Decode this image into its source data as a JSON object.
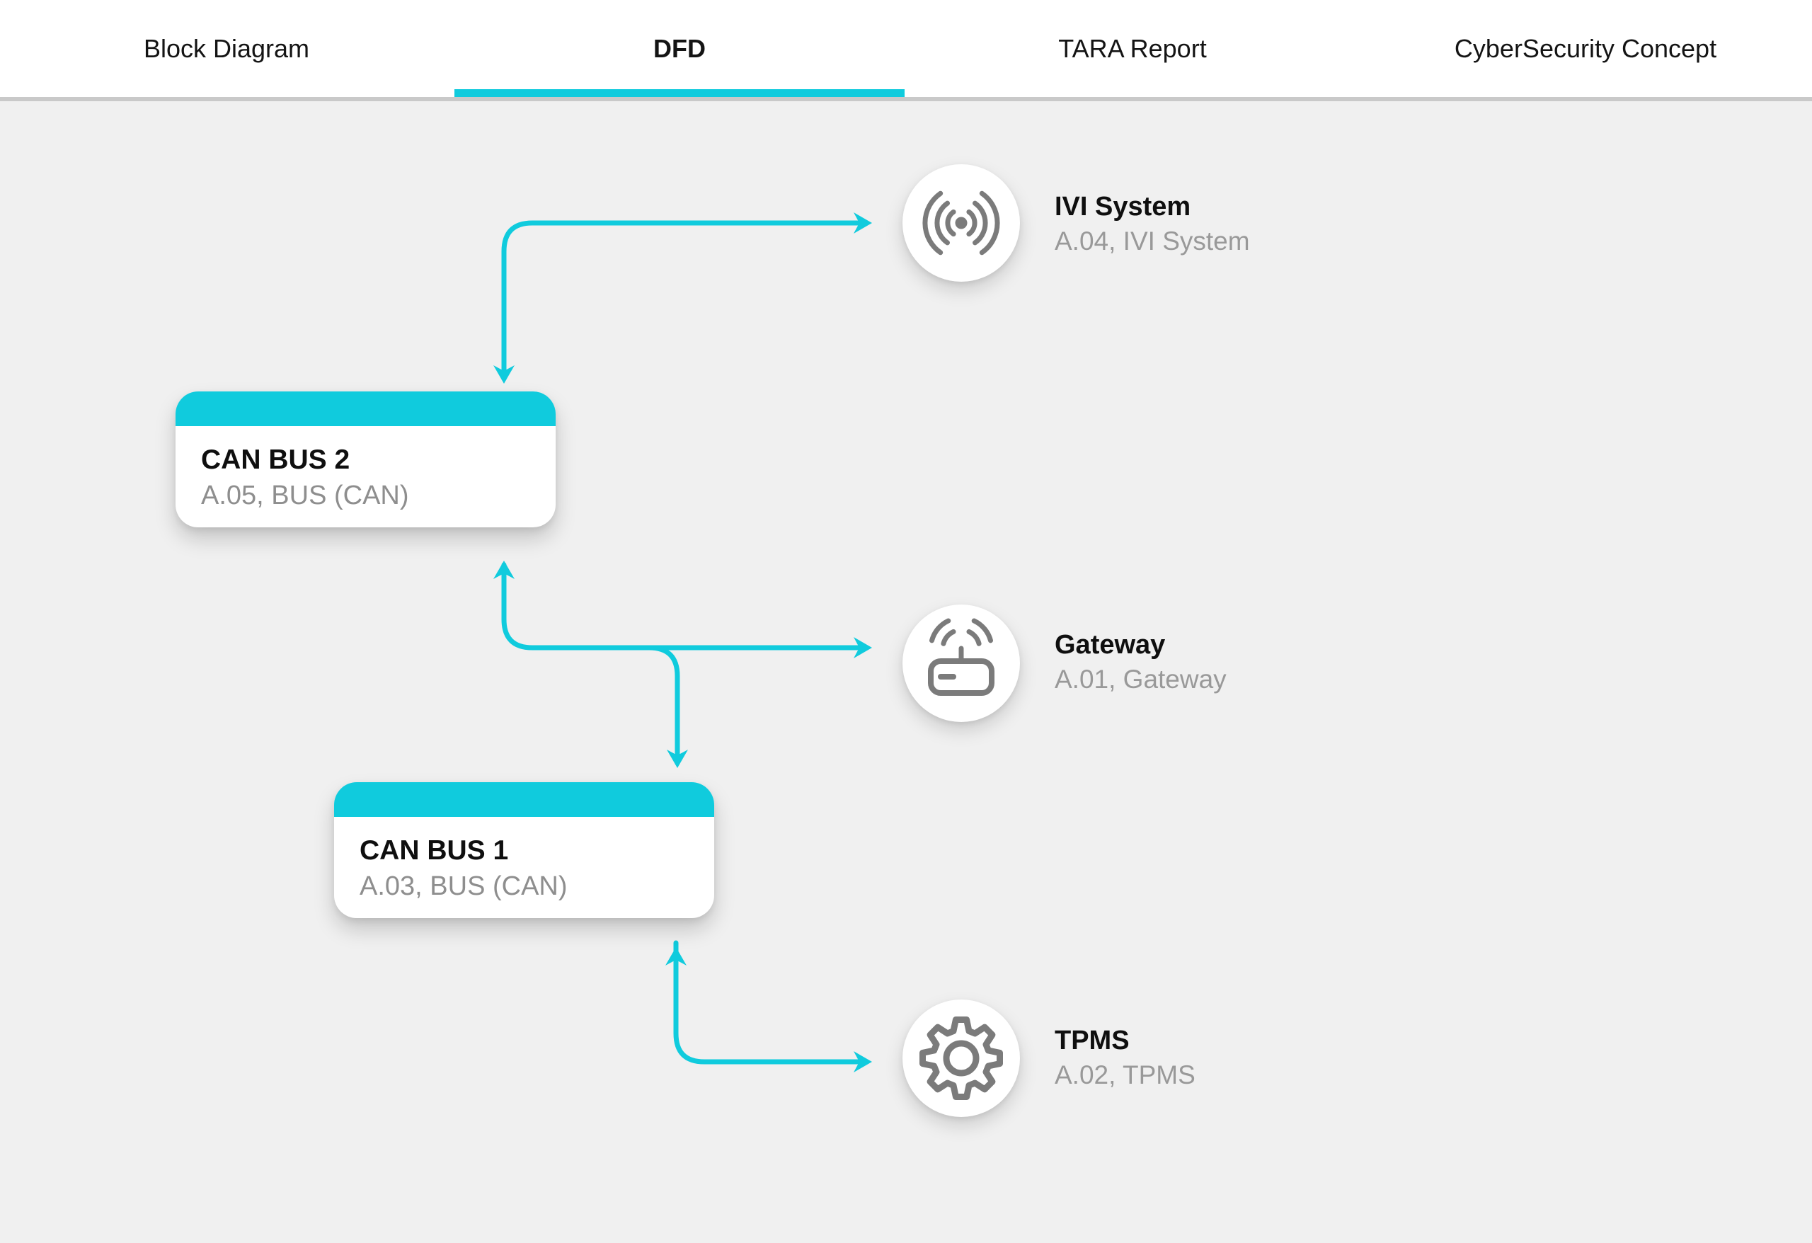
{
  "tab_bar": {
    "tabs": [
      {
        "label": "Block Diagram",
        "active": false
      },
      {
        "label": "DFD",
        "active": true
      },
      {
        "label": "TARA Report",
        "active": false
      },
      {
        "label": "CyberSecurity Concept",
        "active": false
      }
    ]
  },
  "diagram": {
    "nodes": {
      "ivi": {
        "title": "IVI System",
        "subtitle": "A.04, IVI System",
        "shape": "circle",
        "icon": "broadcast-signal-icon"
      },
      "canbus2": {
        "title": "CAN BUS 2",
        "subtitle": "A.05, BUS (CAN)",
        "shape": "card"
      },
      "gateway": {
        "title": "Gateway",
        "subtitle": "A.01, Gateway",
        "shape": "circle",
        "icon": "router-icon"
      },
      "canbus1": {
        "title": "CAN BUS 1",
        "subtitle": "A.03, BUS (CAN)",
        "shape": "card"
      },
      "tpms": {
        "title": "TPMS",
        "subtitle": "A.02, TPMS",
        "shape": "circle",
        "icon": "gear-icon"
      }
    },
    "connections": [
      {
        "path": "canbus2-ivi",
        "arrowheads": [
          "into-ivi",
          "into-canbus2"
        ]
      },
      {
        "path": "canbus2-gateway",
        "arrowheads": [
          "into-canbus2",
          "into-gateway"
        ]
      },
      {
        "path": "gateway-canbus1",
        "arrowheads": [
          "into-canbus1"
        ]
      },
      {
        "path": "canbus1-tpms",
        "arrowheads": [
          "into-canbus1",
          "into-tpms"
        ]
      }
    ]
  },
  "colors": {
    "accent": "#10CBDD",
    "icon_gray": "#7b7b7b",
    "subtitle_gray": "#999999",
    "background": "#f0f0f0",
    "tabbar_border": "#c9c9c9"
  }
}
